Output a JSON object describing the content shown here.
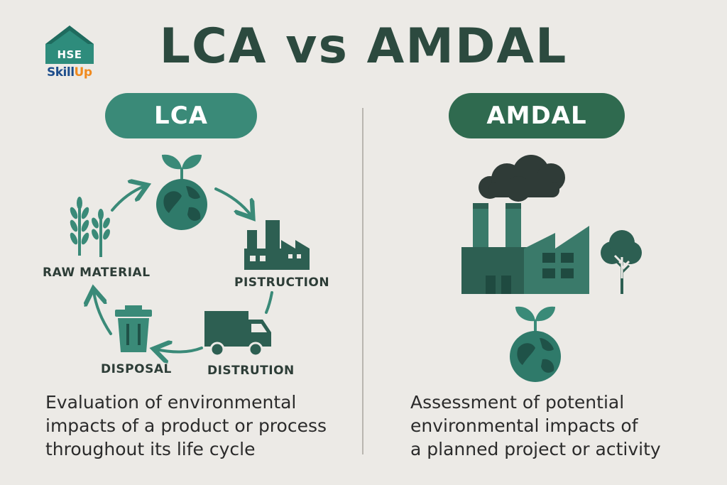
{
  "logo": {
    "line1": "HSE",
    "line2_a": "Skill",
    "line2_b": "Up"
  },
  "title": "LCA vs AMDAL",
  "left": {
    "pill": "LCA",
    "stages": {
      "raw_material": "RAW MATERIAL",
      "pistruction": "PISTRUCTION",
      "distrution": "DISTRUTION",
      "disposal": "DISPOSAL"
    },
    "description": [
      "Evaluation of environmental",
      "impacts of a product or process",
      "throughout its life cycle"
    ]
  },
  "right": {
    "pill": "AMDAL",
    "description": [
      "Assessment of potential",
      "environmental impacts of",
      "a planned project or activity"
    ]
  },
  "colors": {
    "background": "#eceae6",
    "lca_teal": "#3a8a78",
    "amdal_green": "#2f6a4f",
    "icon_dark": "#2d5f52",
    "title": "#2c4a3f"
  },
  "icons": [
    "house-logo-icon",
    "globe-sprout-icon",
    "factory-icon",
    "truck-icon",
    "trash-bin-icon",
    "wheat-icon",
    "cycle-arrow-icon",
    "smoke-cloud-icon",
    "tree-icon"
  ]
}
